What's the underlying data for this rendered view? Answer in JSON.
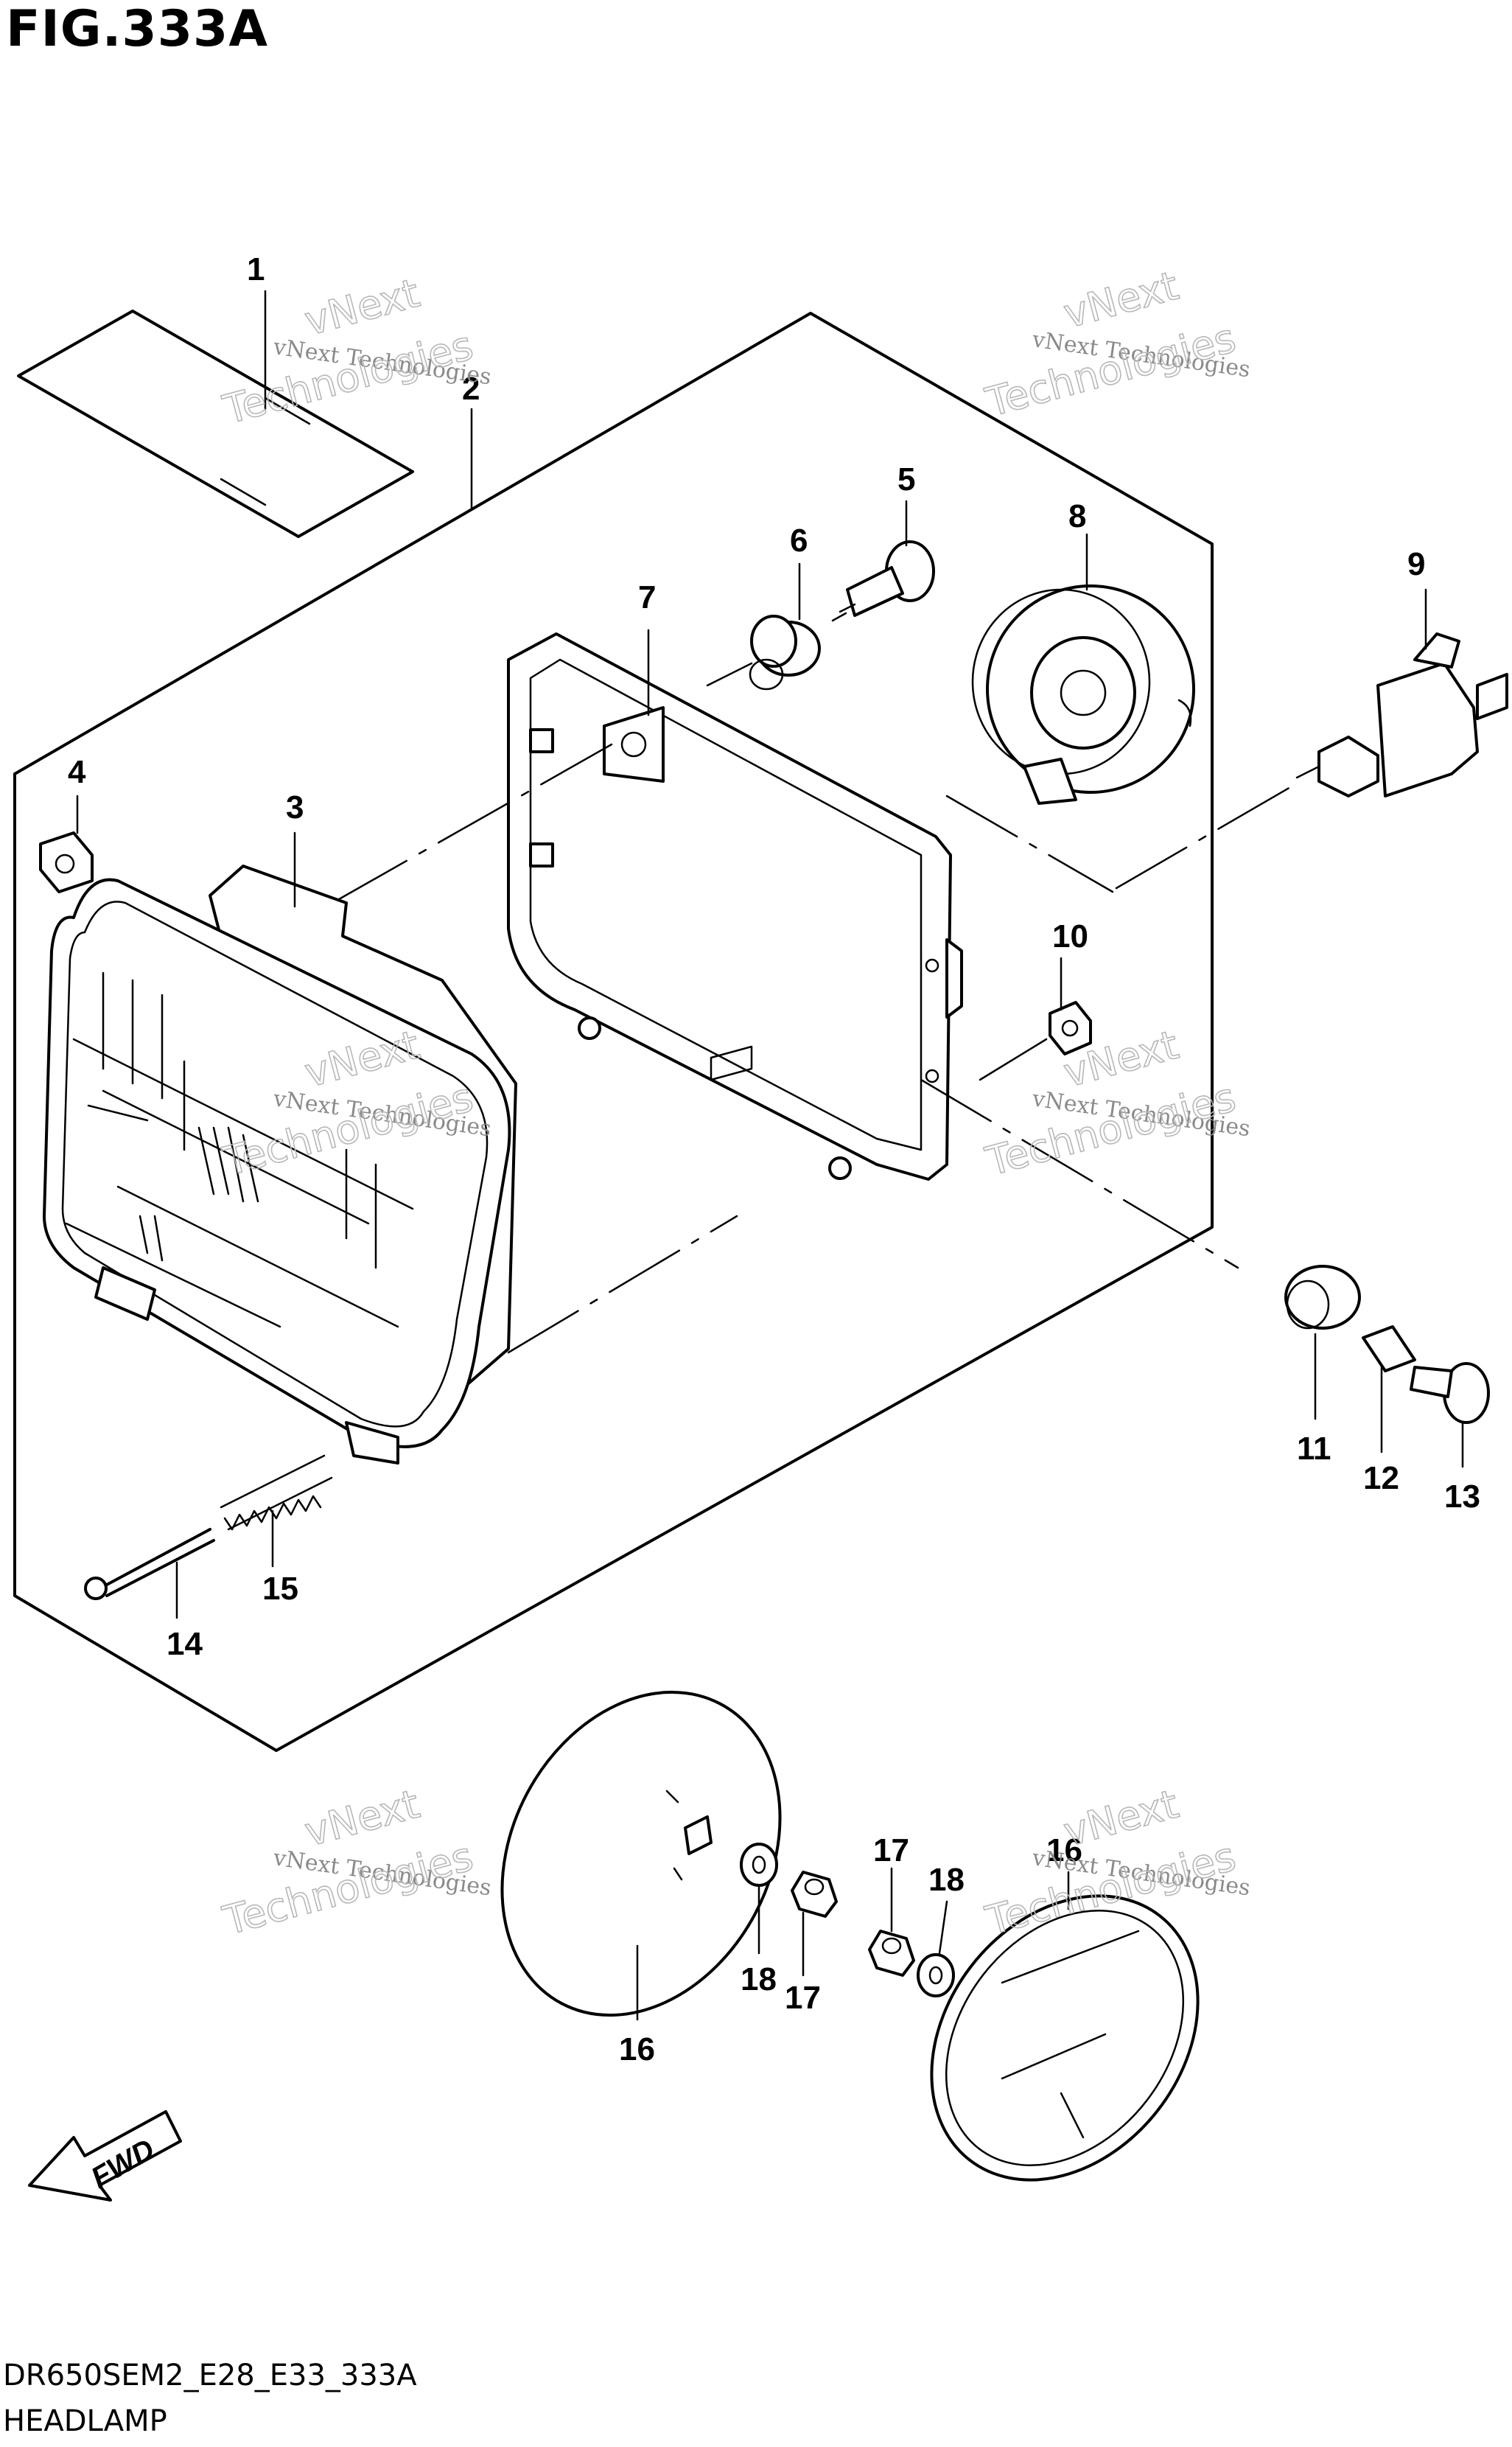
{
  "figure": {
    "title": "FIG.333A",
    "footer_code": "DR650SEM2_E28_E33_333A",
    "footer_name": "HEADLAMP",
    "direction_label": "FWD"
  },
  "watermark": {
    "line1": "vNext Technologies",
    "line2": "vNext",
    "line3": "Technologies"
  },
  "callouts": [
    "1",
    "2",
    "3",
    "4",
    "5",
    "6",
    "7",
    "8",
    "9",
    "10",
    "11",
    "12",
    "13",
    "14",
    "15",
    "16",
    "16",
    "17",
    "17",
    "18",
    "18"
  ]
}
